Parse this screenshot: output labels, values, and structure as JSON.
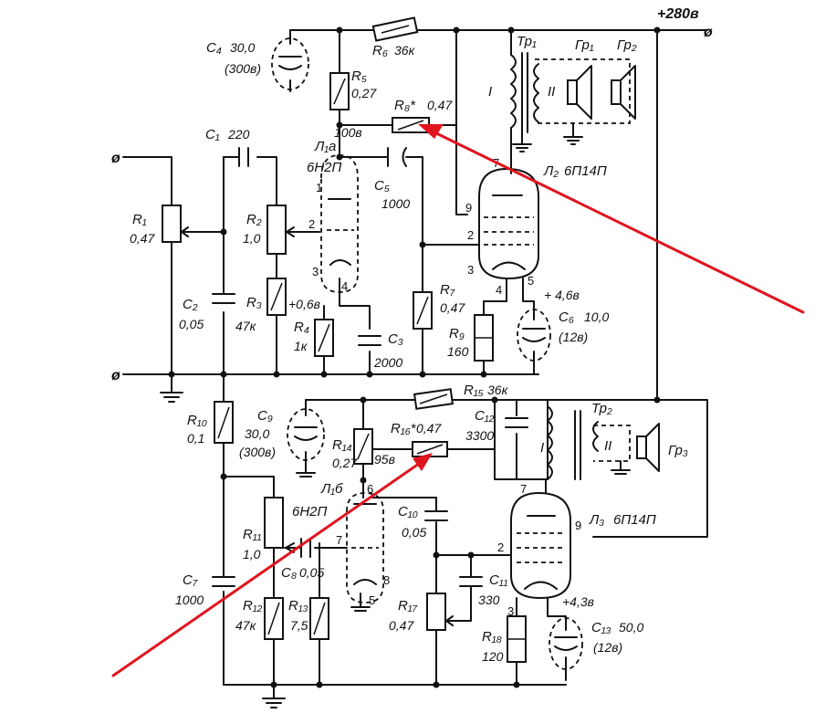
{
  "supply": "+280в",
  "terminals": {
    "in_top": "ø",
    "in_bottom": "ø",
    "supply_end": "ø"
  },
  "parts": {
    "C4": {
      "ref": "C₄",
      "value": "30,0",
      "extra": "(300в)"
    },
    "R5": {
      "ref": "R₅",
      "value": "0,27"
    },
    "R6": {
      "ref": "R₆",
      "value": "36к"
    },
    "R8": {
      "ref": "R₈*",
      "value": "0,47"
    },
    "V100": "100в",
    "C1": {
      "ref": "C₁",
      "value": "220"
    },
    "L1a": {
      "ref": "Л₁а",
      "type": "6Н2П"
    },
    "C5": {
      "ref": "C₅",
      "value": "1000"
    },
    "Tr1": {
      "ref": "Тр₁"
    },
    "Gr1": {
      "ref": "Гр₁"
    },
    "Gr2": {
      "ref": "Гр₂"
    },
    "L2": {
      "ref": "Л₂",
      "type": "6П14П"
    },
    "R1": {
      "ref": "R₁",
      "value": "0,47"
    },
    "R2": {
      "ref": "R₂",
      "value": "1,0"
    },
    "R3": {
      "ref": "R₃",
      "value": "47к"
    },
    "V06": "+0,6в",
    "R4": {
      "ref": "R₄",
      "value": "1к"
    },
    "C3": {
      "ref": "C₃",
      "value": "2000"
    },
    "C2": {
      "ref": "C₂",
      "value": "0,05"
    },
    "R7": {
      "ref": "R₇",
      "value": "0,47"
    },
    "R9": {
      "ref": "R₉",
      "value": "160"
    },
    "V46": "+ 4,6в",
    "C6": {
      "ref": "C₆",
      "value": "10,0",
      "extra": "(12в)"
    },
    "R15": {
      "ref": "R₁₅",
      "value": "36к"
    },
    "C9": {
      "ref": "C₉",
      "value": "30,0",
      "extra": "(300в)"
    },
    "R10": {
      "ref": "R₁₀",
      "value": "0,1"
    },
    "R14": {
      "ref": "R₁₄",
      "value": "0,27"
    },
    "V95": "95в",
    "R16": {
      "ref": "R₁₆*",
      "value": "0,47"
    },
    "C12": {
      "ref": "C₁₂",
      "value": "3300"
    },
    "Tr2": {
      "ref": "Тр₂"
    },
    "Gr3": {
      "ref": "Гр₃"
    },
    "L1b": {
      "ref": "Л₁б",
      "type": "6Н2П"
    },
    "C10": {
      "ref": "C₁₀",
      "value": "0,05"
    },
    "L3": {
      "ref": "Л₃",
      "type": "6П14П"
    },
    "R11": {
      "ref": "R₁₁",
      "value": "1,0"
    },
    "C8": {
      "ref": "C₈",
      "value": "0,05"
    },
    "C7": {
      "ref": "C₇",
      "value": "1000"
    },
    "C11": {
      "ref": "C₁₁",
      "value": "330"
    },
    "R12": {
      "ref": "R₁₂",
      "value": "47к"
    },
    "R13": {
      "ref": "R₁₃",
      "value": "7,5"
    },
    "R17": {
      "ref": "R₁₇",
      "value": "0,47"
    },
    "R18": {
      "ref": "R₁₈",
      "value": "120"
    },
    "V43": "+4,3в",
    "C13": {
      "ref": "C₁₃",
      "value": "50,0",
      "extra": "(12в)"
    }
  },
  "winding": {
    "primary": "I",
    "secondary": "II"
  },
  "pins": {
    "L1a": [
      "1",
      "2",
      "3",
      "4"
    ],
    "L2": [
      "7",
      "9",
      "2",
      "3",
      "4",
      "5"
    ],
    "L1b": [
      "6",
      "7",
      "8",
      "5"
    ],
    "L3": [
      "7",
      "9",
      "2",
      "3"
    ]
  },
  "annotation_color": "#e0141e"
}
